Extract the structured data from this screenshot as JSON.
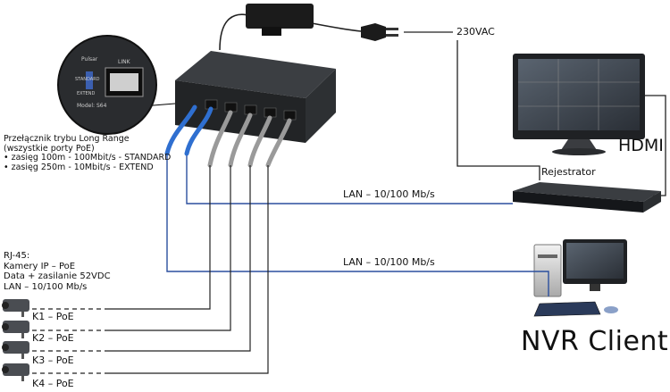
{
  "power": {
    "voltage_label": "230VAC"
  },
  "monitor": {
    "hdmi_label": "HDMI"
  },
  "recorder": {
    "label": "Rejestrator"
  },
  "links": {
    "lan_recorder": "LAN – 10/100 Mb/s",
    "lan_client": "LAN – 10/100 Mb/s"
  },
  "client": {
    "label": "NVR Client"
  },
  "switch_zoom": {
    "brand": "Pulsar",
    "model": "Model: S64",
    "link": "LINK",
    "standard": "STANDARD",
    "extend": "EXTEND"
  },
  "mode_note": {
    "lines": [
      "Przełącznik trybu Long Range",
      "(wszystkie porty PoE)",
      "• zasięg 100m - 100Mbit/s - STANDARD",
      "• zasięg 250m - 10Mbit/s - EXTEND"
    ]
  },
  "rj45_note": {
    "lines": [
      "RJ-45:",
      "Kamery IP – PoE",
      "Data + zasilanie 52VDC",
      "LAN – 10/100 Mb/s"
    ]
  },
  "cameras": [
    {
      "label": "K1 – PoE"
    },
    {
      "label": "K2 – PoE"
    },
    {
      "label": "K3 – PoE"
    },
    {
      "label": "K4 – PoE"
    }
  ],
  "colors": {
    "lan_blue": "#2b4f9e",
    "cable_blue": "#2f6fd0",
    "cable_gray": "#9a9a9a",
    "line_dark": "#222222"
  }
}
